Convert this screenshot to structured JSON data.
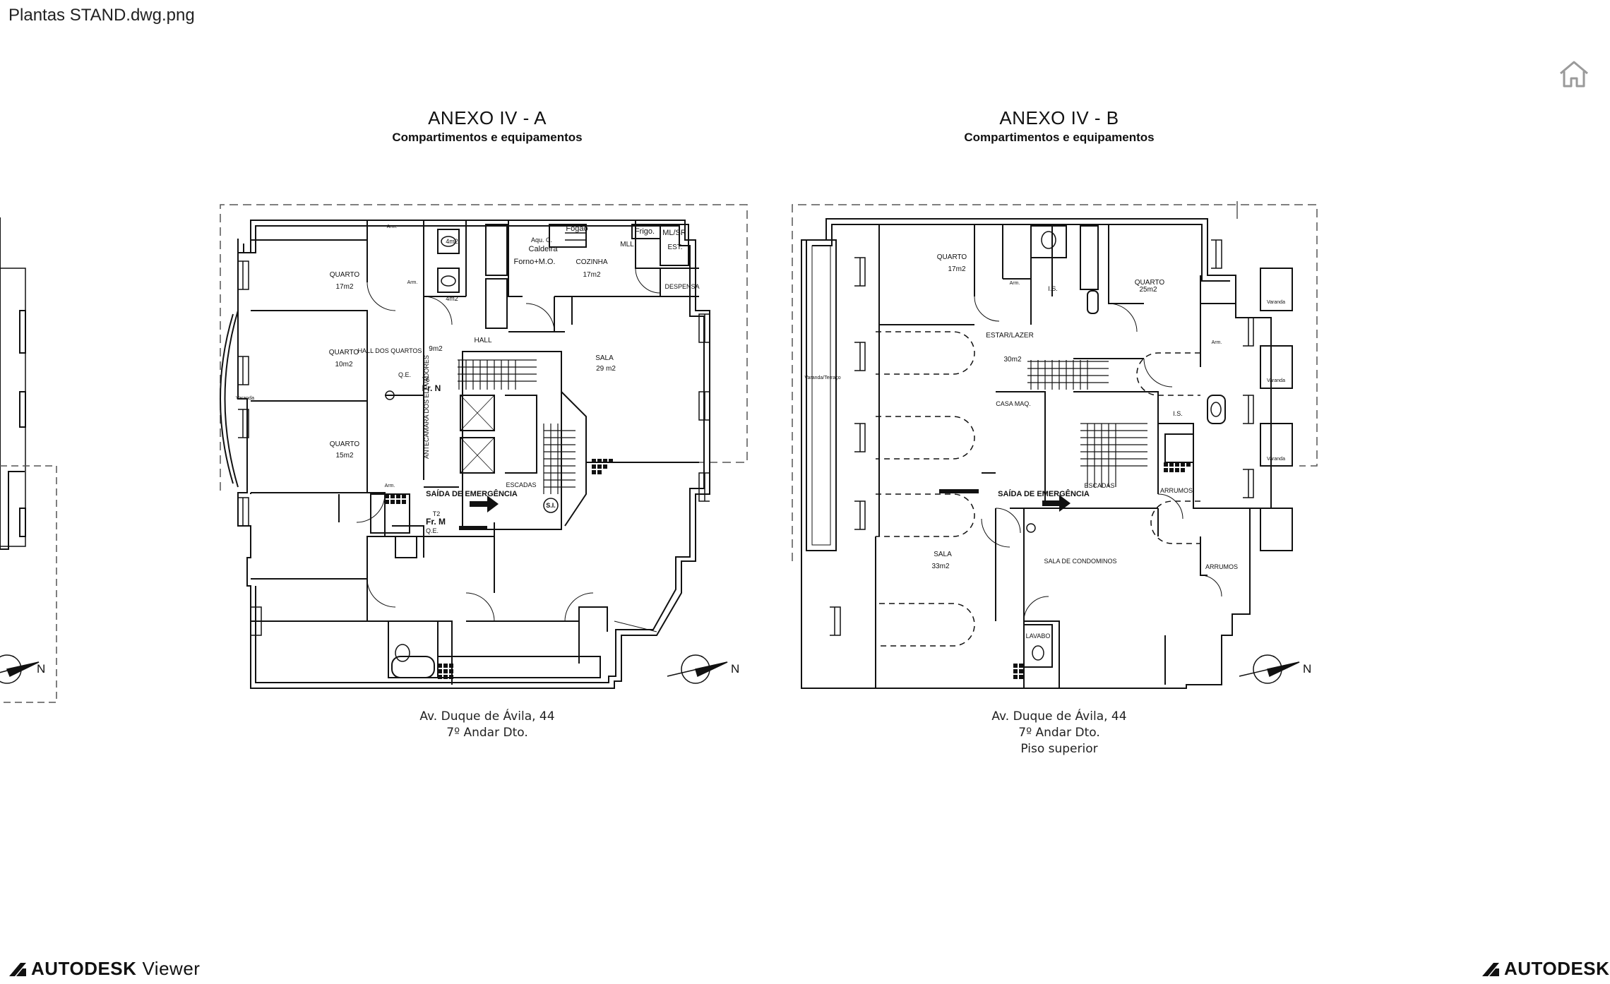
{
  "file": {
    "name": "Plantas STAND.dwg.png"
  },
  "toolbar": {
    "home_icon": "home-icon"
  },
  "sheets": [
    {
      "title": "ANEXO IV - A",
      "subtitle": "Compartimentos e equipamentos",
      "address": [
        "Av. Duque de Ávila, 44",
        "7º Andar Dto."
      ],
      "north": "N",
      "rooms": [
        {
          "name": "QUARTO",
          "area": "17m2"
        },
        {
          "name": "QUARTO",
          "area": "10m2"
        },
        {
          "name": "QUARTO",
          "area": "15m2"
        },
        {
          "name": "COZINHA",
          "area": "17m2"
        },
        {
          "name": "SALA",
          "area": "29 m2"
        },
        {
          "name": "HALL",
          "area": "9m2"
        },
        {
          "name": "HALL DOS QUARTOS",
          "area": ""
        },
        {
          "name": "DESPENSA",
          "area": ""
        },
        {
          "name": "ESCADAS",
          "area": ""
        },
        {
          "name": "ANTECÂMARA DOS ELEVADORES",
          "area": ""
        }
      ],
      "small_labels": [
        "4m2",
        "4m2",
        "Arm.",
        "Arm.",
        "Arm.",
        "Frigo.",
        "ML/SR",
        "EST.",
        "MLL",
        "Fogão",
        "Aqu. C.",
        "Caldeira",
        "Forno+M.O.",
        "Q.E.",
        "T6",
        "Fr. N",
        "T2",
        "Fr. M",
        "Q.E.",
        "S.I.",
        "Varanda"
      ],
      "exit": "SAÍDA DE EMERGÊNCIA"
    },
    {
      "title": "ANEXO IV - B",
      "subtitle": "Compartimentos e equipamentos",
      "address": [
        "Av. Duque de Ávila, 44",
        "7º Andar Dto.",
        "Piso superior"
      ],
      "north": "N",
      "rooms": [
        {
          "name": "QUARTO",
          "area": "17m2"
        },
        {
          "name": "QUARTO",
          "area": "25m2"
        },
        {
          "name": "ESTAR/LAZER",
          "area": "30m2"
        },
        {
          "name": "SALA",
          "area": "33m2"
        },
        {
          "name": "SALA DE CONDOMINOS",
          "area": ""
        },
        {
          "name": "CASA MAQ.",
          "area": ""
        },
        {
          "name": "ESCADAS",
          "area": ""
        },
        {
          "name": "ARRUMOS",
          "area": ""
        },
        {
          "name": "ARRUMOS",
          "area": ""
        },
        {
          "name": "LAVABO",
          "area": ""
        }
      ],
      "small_labels": [
        "Arm.",
        "Arm.",
        "I.S.",
        "I.S.",
        "Varanda",
        "Varanda",
        "Varanda",
        "Varanda/Terraço"
      ],
      "exit": "SAÍDA DE EMERGÊNCIA"
    }
  ],
  "left_partial": {
    "north": "N"
  },
  "footer": {
    "brand": "AUTODESK",
    "product": "Viewer",
    "brand_right": "AUTODESK"
  },
  "colors": {
    "background": "#ffffff",
    "ink": "#111111",
    "dashed": "#555555"
  }
}
